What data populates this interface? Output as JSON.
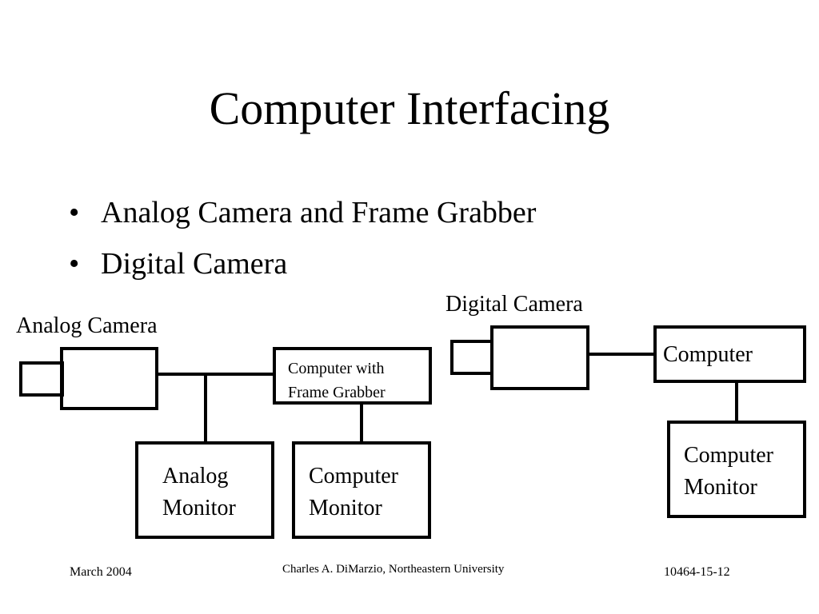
{
  "slide": {
    "title": "Computer Interfacing",
    "bullets": [
      "Analog Camera and Frame Grabber",
      "Digital Camera"
    ]
  },
  "diagram": {
    "analog_camera_label": "Analog Camera",
    "frame_grabber_label": [
      "Computer with",
      "Frame Grabber"
    ],
    "analog_monitor_label": [
      "Analog",
      "Monitor"
    ],
    "left_computer_monitor_label": [
      "Computer",
      "Monitor"
    ],
    "digital_camera_label": "Digital Camera",
    "computer_label": "Computer",
    "right_computer_monitor_label": [
      "Computer",
      "Monitor"
    ]
  },
  "footer": {
    "date": "March 2004",
    "author": "Charles A. DiMarzio, Northeastern University",
    "slide_id": "10464-15-12"
  }
}
